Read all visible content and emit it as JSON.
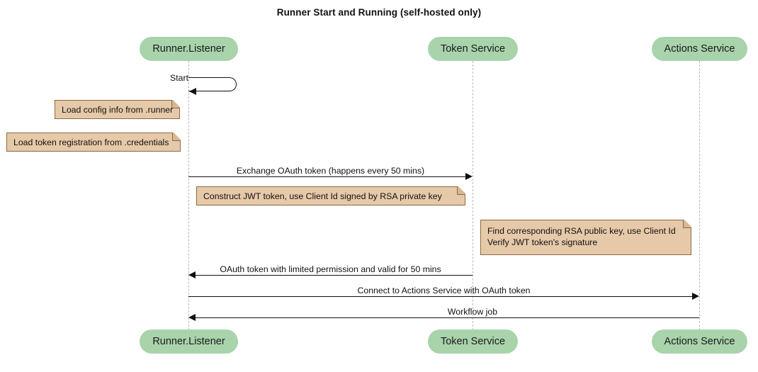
{
  "diagram": {
    "title": "Runner Start and Running (self-hosted only)",
    "colors": {
      "participant_fill": "#a9d3ab",
      "note_fill": "#e6c9a8",
      "note_border": "#8a6a42",
      "line": "#111111",
      "lifeline": "#b9b9bd"
    },
    "participants": [
      {
        "id": "runner",
        "label": "Runner.Listener"
      },
      {
        "id": "token",
        "label": "Token Service"
      },
      {
        "id": "actions",
        "label": "Actions Service"
      }
    ],
    "participants_bottom": [
      {
        "id": "runner",
        "label": "Runner.Listener"
      },
      {
        "id": "token",
        "label": "Token Service"
      },
      {
        "id": "actions",
        "label": "Actions Service"
      }
    ],
    "self_messages": [
      {
        "id": "start",
        "label": "Start",
        "from": "runner",
        "to": "runner"
      }
    ],
    "notes": [
      {
        "id": "note-config",
        "text": "Load config info from .runner"
      },
      {
        "id": "note-credentials",
        "text": "Load token registration from .credentials"
      },
      {
        "id": "note-jwt",
        "text": "Construct JWT token, use Client Id signed by RSA private key"
      },
      {
        "id": "note-verify",
        "text": "Find corresponding RSA public key, use Client Id\nVerify JWT token's signature"
      }
    ],
    "messages": [
      {
        "id": "msg-exchange",
        "label": "Exchange OAuth token (happens every 50 mins)",
        "from": "runner",
        "to": "token",
        "direction": "right"
      },
      {
        "id": "msg-oauth",
        "label": "OAuth token with limited permission and valid for 50 mins",
        "from": "token",
        "to": "runner",
        "direction": "left"
      },
      {
        "id": "msg-connect",
        "label": "Connect to Actions Service with OAuth token",
        "from": "runner",
        "to": "actions",
        "direction": "right"
      },
      {
        "id": "msg-workflow",
        "label": "Workflow job",
        "from": "actions",
        "to": "runner",
        "direction": "left"
      }
    ]
  }
}
